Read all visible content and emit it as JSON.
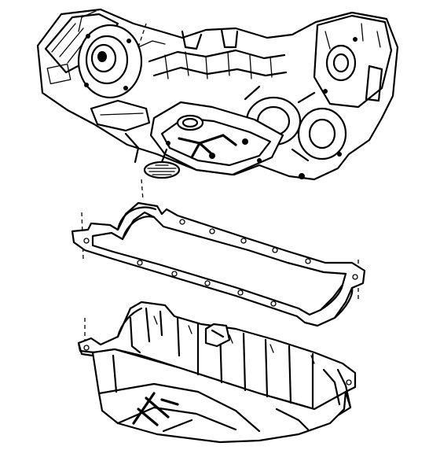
{
  "diagram": {
    "kind": "exploded-view line drawing",
    "components": [
      {
        "id": "engine-block",
        "icon": "engine-block-illustration"
      },
      {
        "id": "oil-pan-gasket",
        "icon": "gasket-illustration"
      },
      {
        "id": "oil-pan",
        "icon": "oil-pan-illustration"
      }
    ],
    "colors": {
      "ink": "#000000",
      "paper": "#ffffff"
    }
  }
}
